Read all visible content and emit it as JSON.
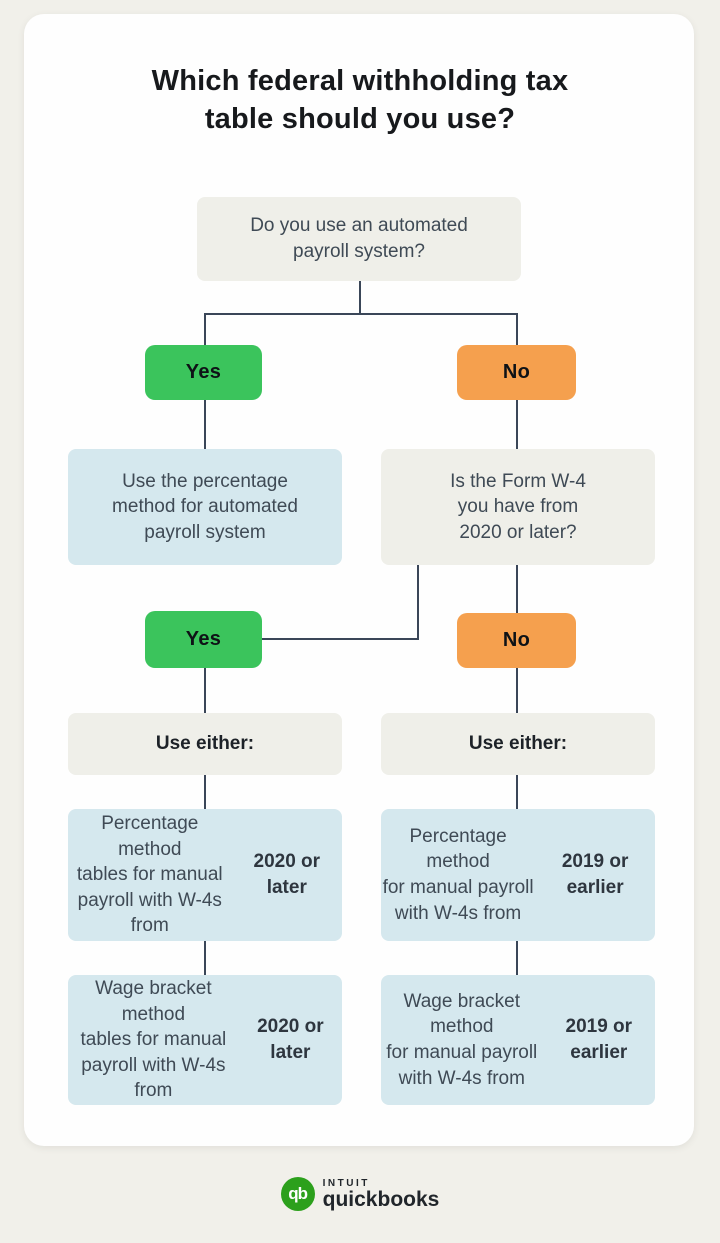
{
  "title": "Which federal withholding tax\ntable should you use?",
  "colors": {
    "page_background": "#f1f0ea",
    "card_background": "#fefefe",
    "question_box": "#efefe9",
    "answer_box": "#d5e8ee",
    "yes_button": "#3bc45c",
    "no_button": "#f5a04e",
    "connector_line": "#3a4658",
    "body_text": "#3f4a55",
    "title_text": "#17191c",
    "logo_green": "#2ca01c"
  },
  "flowchart": {
    "question_automated": "Do you use an automated\npayroll system?",
    "yes_label": "Yes",
    "no_label": "No",
    "answer_automated": "Use the percentage\nmethod for automated\npayroll system",
    "question_w4": "Is the Form W-4\nyou have from\n2020 or later?",
    "use_either_label": "Use either:",
    "results": {
      "percentage_2020": {
        "pre": "Percentage method\ntables for manual\npayroll with W-4s\nfrom ",
        "bold": "2020 or later"
      },
      "percentage_2019": {
        "pre": "Percentage method\nfor manual payroll\nwith W-4s from\n",
        "bold": "2019 or earlier"
      },
      "wage_2020": {
        "pre": "Wage bracket method\ntables for manual\npayroll with W-4s\nfrom ",
        "bold": "2020 or later"
      },
      "wage_2019": {
        "pre": "Wage bracket method\nfor manual payroll\nwith W-4s from\n",
        "bold": "2019 or earlier"
      }
    }
  },
  "footer": {
    "logo_monogram": "qb",
    "brand_top": "intuit",
    "brand_bottom": "quickbooks"
  }
}
